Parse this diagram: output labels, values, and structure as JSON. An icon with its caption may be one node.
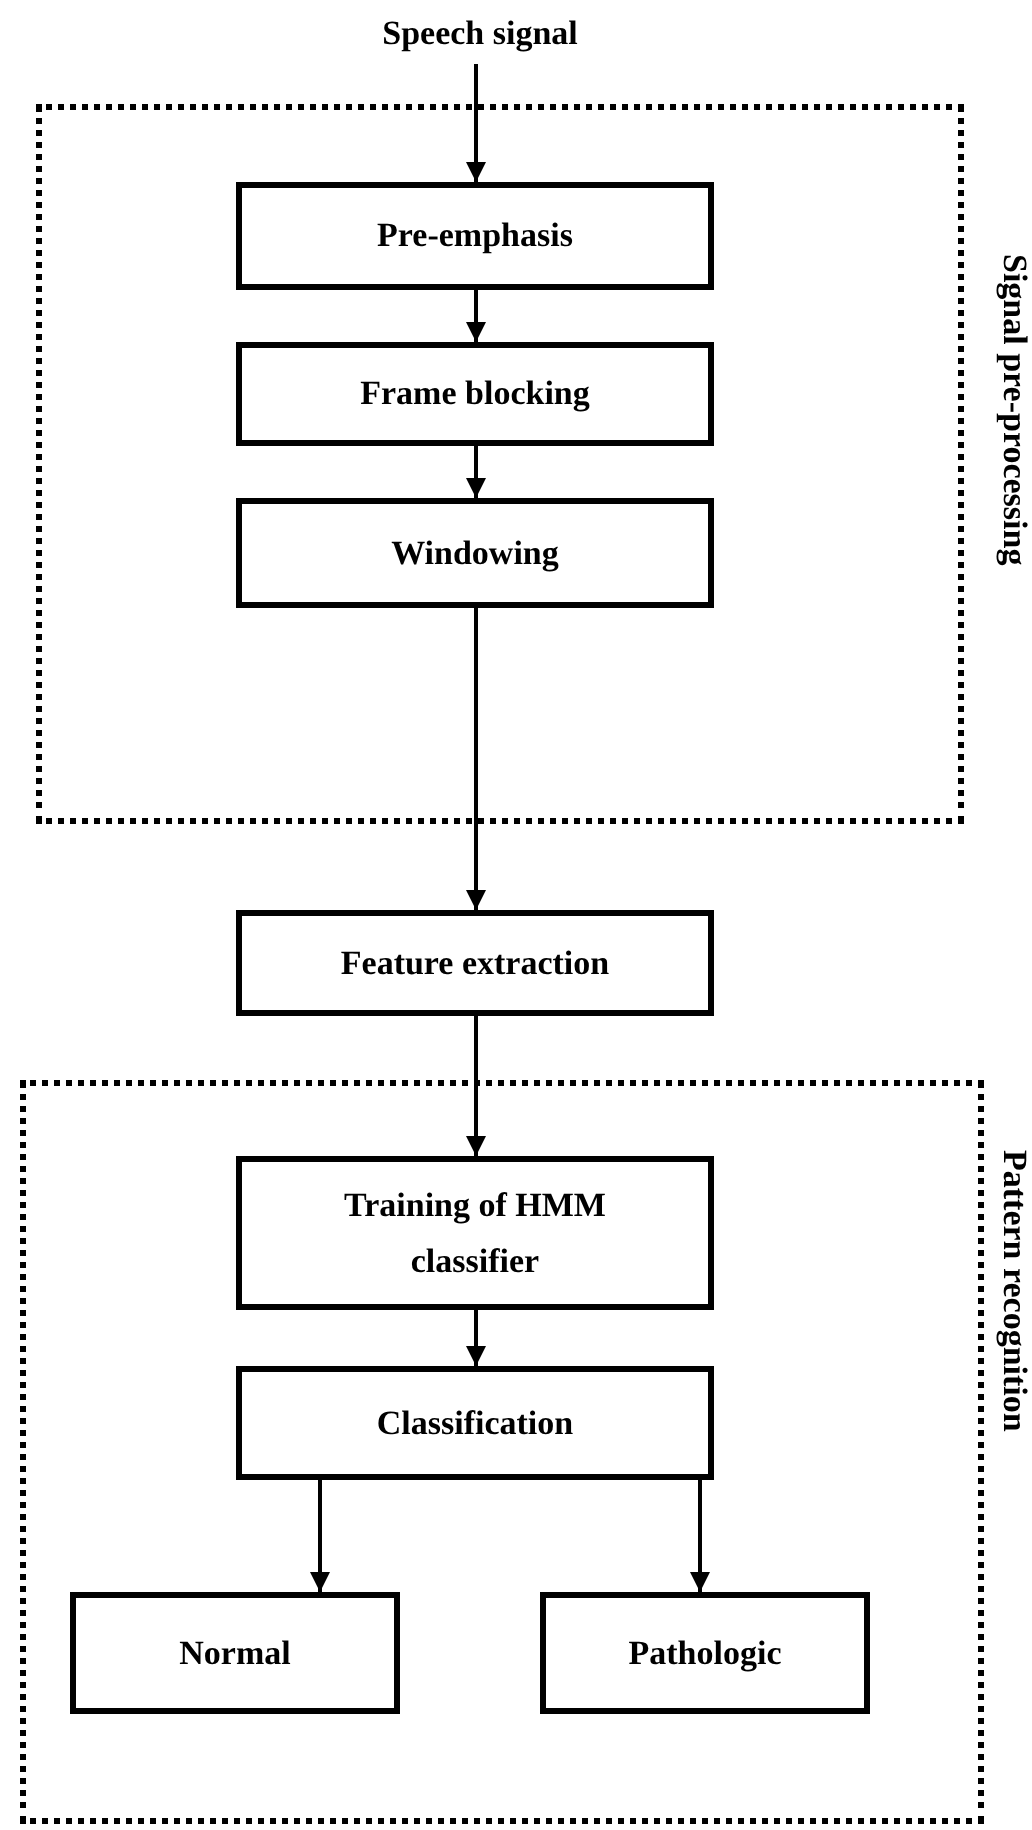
{
  "diagram": {
    "nodes": [
      {
        "text": [
          "Speech signal"
        ]
      },
      {
        "text": [
          "Signal pre-processing"
        ]
      },
      {
        "text": [
          "Pre-emphasis"
        ],
        "in": 1
      },
      {
        "text": [
          "Frame blocking"
        ],
        "in": 1
      },
      {
        "text": [
          "Windowing"
        ],
        "in": 1
      },
      {
        "text": [
          "Feature extraction"
        ]
      },
      {
        "text": [
          "Pattern recognition"
        ]
      },
      {
        "text": [
          "Training of HMM classifier"
        ],
        "in": 6
      },
      {
        "text": [
          "Classification"
        ],
        "in": 6
      },
      {
        "text": [
          "Normal"
        ],
        "in": 6
      },
      {
        "text": [
          "Pathologic"
        ],
        "in": 6
      }
    ],
    "edges": [
      {
        "from": 0,
        "to": 2,
        "arrow": "to"
      },
      {
        "from": 2,
        "to": 3,
        "arrow": "to"
      },
      {
        "from": 3,
        "to": 4,
        "arrow": "to"
      },
      {
        "from": 4,
        "to": 5,
        "arrow": "to"
      },
      {
        "from": 5,
        "to": 7,
        "arrow": "to"
      },
      {
        "from": 7,
        "to": 8,
        "arrow": "to"
      },
      {
        "from": 8,
        "to": 9,
        "arrow": "to"
      },
      {
        "from": 8,
        "to": 10,
        "arrow": "to"
      }
    ]
  }
}
